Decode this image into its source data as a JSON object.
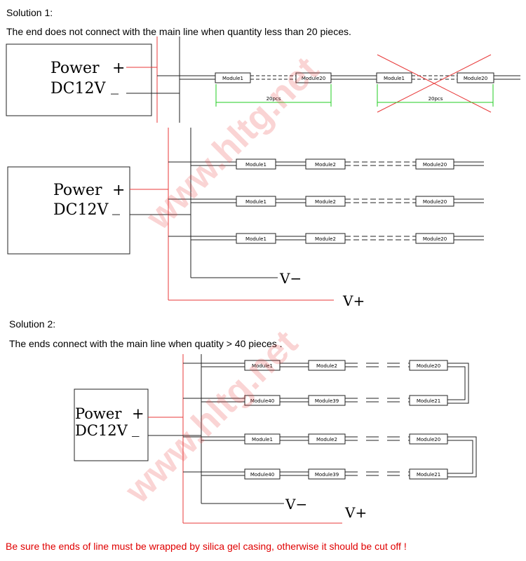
{
  "solution1": {
    "title": "Solution 1:",
    "subtitle": "The end does not connect with the main line when quantity less than 20 pieces.",
    "power_label": "Power",
    "plus": "+",
    "dc_label": "DC12V",
    "minus": "_",
    "top_row": {
      "modules_left": [
        "Module1",
        "Module20"
      ],
      "modules_right": [
        "Module1",
        "Module20"
      ],
      "dim_left": "20pcs",
      "dim_right": "20pcs"
    },
    "rows": [
      [
        "Module1",
        "Module2",
        "Module20"
      ],
      [
        "Module1",
        "Module2",
        "Module20"
      ],
      [
        "Module1",
        "Module2",
        "Module20"
      ]
    ],
    "v_minus": "V−",
    "v_plus": "V+"
  },
  "solution2": {
    "title": "Solution 2:",
    "subtitle": "The ends connect with the main line when quatity > 40 pieces .",
    "power_label": "Power",
    "plus": "+",
    "dc_label": "DC12V",
    "minus": "_",
    "loops": [
      {
        "top": [
          "Module1",
          "Module2",
          "Module20"
        ],
        "bottom": [
          "Module40",
          "Module39",
          "Module21"
        ]
      },
      {
        "top": [
          "Module1",
          "Module2",
          "Module20"
        ],
        "bottom": [
          "Module40",
          "Module39",
          "Module21"
        ]
      }
    ],
    "v_minus": "V−",
    "v_plus": "V+"
  },
  "warning": "Be sure the ends of line must be wrapped by silica gel casing, otherwise it should be cut off !",
  "watermark": "www.hltg.net",
  "colors": {
    "red": "#e83a3a",
    "green": "#22cc22",
    "black": "#222222",
    "warn": "#e00000"
  }
}
